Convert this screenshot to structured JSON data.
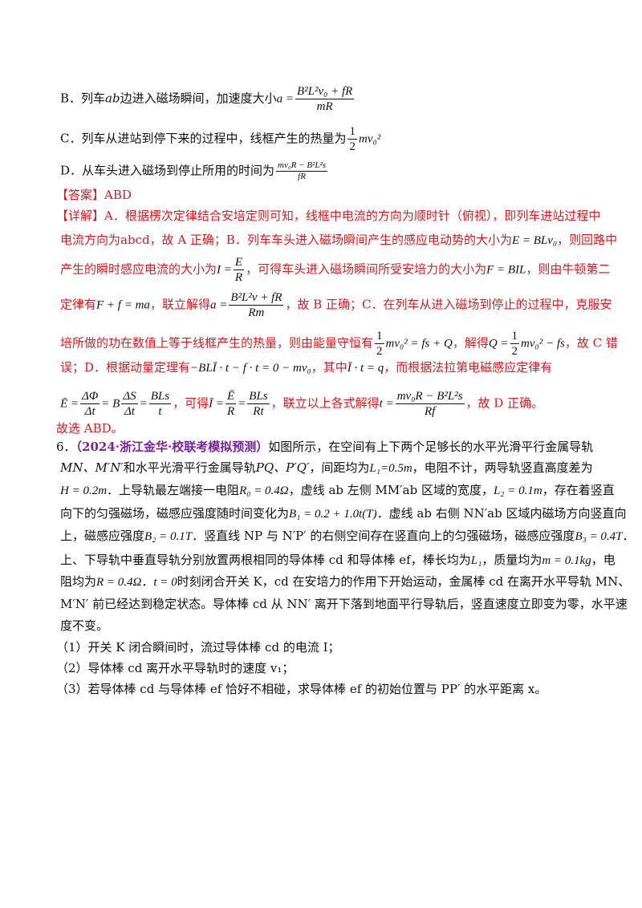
{
  "options": {
    "b": {
      "label": "B．列车",
      "ab": "ab",
      "text": "边进入磁场瞬间，加速度大小",
      "a_eq": "a =",
      "num": "B²L²v₀ + fR",
      "den": "mR"
    },
    "c": {
      "label": "C．列车从进站到停下来的过程中，线框产生的热量为",
      "expr": "mv₀²",
      "half_num": "1",
      "half_den": "2"
    },
    "d": {
      "label": "D．从车头进入磁场到停止所用的时间为",
      "num": "mv₀R − B²L²s",
      "den": "fR"
    }
  },
  "answer": {
    "tag": "【答案】",
    "value": "ABD"
  },
  "detail": {
    "tag": "【详解】",
    "l1": "A．根据楞次定律结合安培定则可知，线框中电流的方向为顺时针（俯视），即列车进站过程中",
    "l2a": "电流方向为abcd，故 A 正确；B．列车车头进入磁场瞬间产生的感应电动势的大小为",
    "l2b": "E = BLv₀",
    "l2c": "，则回路中",
    "l3a": "产生的瞬时感应电流的大小为",
    "l3_I": "I =",
    "l3_num": "E",
    "l3_den": "R",
    "l3b": "，可得车头进入磁场瞬间所受安培力的大小为",
    "l3c": "F = BIL",
    "l3d": "，则由牛顿第二",
    "l4a": "定律有",
    "l4b": "F + f = ma",
    "l4c": "，联立解得",
    "l4_a": "a =",
    "l4_num": "B²L²v + fR",
    "l4_den": "Rm",
    "l4d": "，故 B 正确；C．在列车从进入磁场到停止的过程中，克服安",
    "l5a": "培所做的功在数值上等于线框产生的热量，则由能量守恒有",
    "l5b": "mv₀² = fs + Q",
    "l5c": "，解得",
    "l5d": "Q =",
    "l5e": "mv₀² − fs",
    "l5f": "，故 C 错",
    "l6a": "误；D．根据动量定理有",
    "l6b": "−BLĪ · t − f · t = 0 − mv₀",
    "l6c": "，其中",
    "l6d": "Ī · t = q",
    "l6e": "，而根据法拉第电磁感应定律有",
    "l7a": "Ē =",
    "l7_n1": "ΔΦ",
    "l7_d1": "Δt",
    "l7b": "= B",
    "l7_n2": "ΔS",
    "l7_d2": "Δt",
    "l7c": "=",
    "l7_n3": "BLs",
    "l7_d3": "t",
    "l7d": "，可得",
    "l7e": "Ī =",
    "l7_n4": "Ē",
    "l7_d4": "R",
    "l7f": "=",
    "l7_n5": "BLs",
    "l7_d5": "Rt",
    "l7g": "，联立以上各式解得",
    "l7h": "t =",
    "l7_n6": "mv₀R − B²L²s",
    "l7_d6": "Rf",
    "l7i": "，故 D 正确。",
    "l8": "故选 ABD。"
  },
  "problem6": {
    "num": "6．",
    "source": "（2024·浙江金华·校联考模拟预测）",
    "p1": "如图所示，在空间有上下两个足够长的水平光滑平行金属导轨",
    "p2a": "MN、M′N′",
    "p2b": "和水平光滑平行金属导轨",
    "p2c": "PQ、P′Q′",
    "p2d": "，间距均为",
    "p2e": "L₁=0.5m",
    "p2f": "，电阻不计，两导轨竖直高度差为",
    "p3a": "H = 0.2m",
    "p3b": "．上导轨最左端接一电阻",
    "p3c": "R₀ = 0.4Ω",
    "p3d": "，虚线 ab 左侧 MM′ab 区域的宽度，",
    "p3e": "L₂ = 0.1m",
    "p3f": "，存在着竖直",
    "p4a": "向下的匀强磁场，磁感应强度随时间变化为",
    "p4b": "B₁ = 0.2 + 1.0t(T)",
    "p4c": "．虚线 ab 右侧 NN′ab 区域内磁场方向竖直向",
    "p5a": "上，磁感应强度",
    "p5b": "B₂ = 0.1T",
    "p5c": "．竖直线 NP 与 N′P′ 的右侧空间存在竖直向上的匀强磁场，磁感应强度",
    "p5d": "B₃ = 0.4T",
    "p5e": "．",
    "p6a": "上、下导轨中垂直导轨分别放置两根相同的导体棒 cd 和导体棒 ef，棒长均为",
    "p6b": "L₁",
    "p6c": "，质量均为",
    "p6d": "m = 0.1kg",
    "p6e": "，电",
    "p7a": "阻均为",
    "p7b": "R = 0.4Ω",
    "p7c": "．",
    "p7d": "t = 0",
    "p7e": "时刻闭合开关 K，cd 在安培力的作用下开始运动，金属棒 cd 在离开水平导轨 MN、",
    "p8": "M′N′ 前已经达到稳定状态。导体棒 cd 从 NN′ 离开下落到地面平行导轨后，竖直速度立即变为零，水平速",
    "p9": "度不变。",
    "q1": "（1）开关 K 闭合瞬间时，流过导体棒 cd 的电流 I；",
    "q2": "（2）导体棒 cd 离开水平导轨时的速度 v₁；",
    "q3": "（3）若导体棒 cd 与导体棒 ef 恰好不相碰，求导体棒 ef 的初始位置与 PP′ 的水平距离 x。"
  },
  "colors": {
    "answer": "#e0191b",
    "source": "#7a1fa2",
    "text": "#111111"
  }
}
